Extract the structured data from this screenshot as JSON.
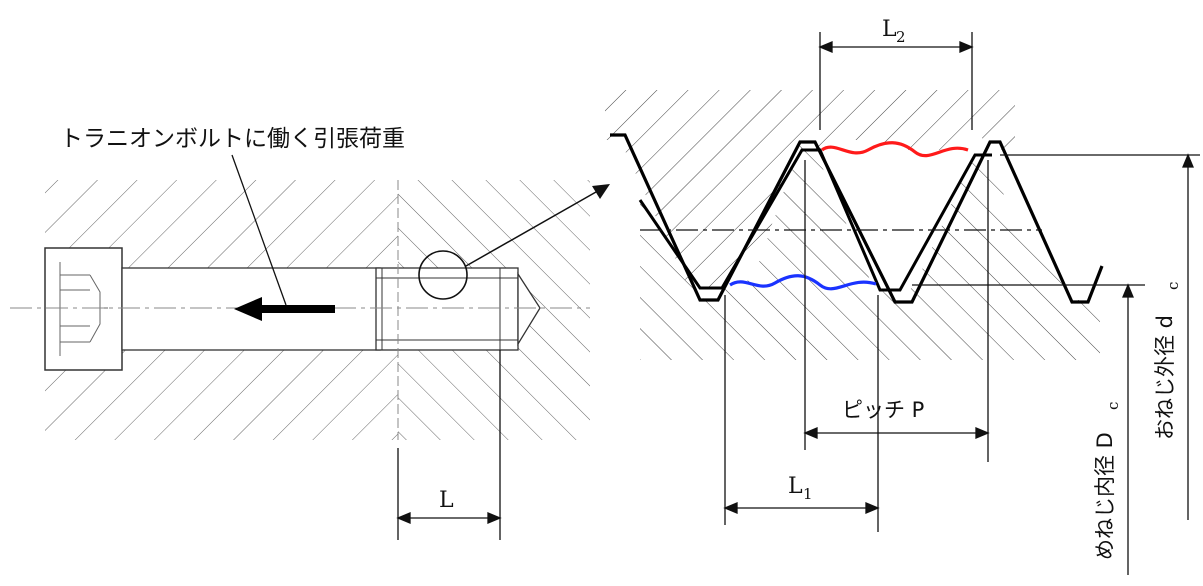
{
  "labels": {
    "load": "トラニオンボルトに働く引張荷重",
    "L": "L",
    "L2_main": "L",
    "L2_sub": "2",
    "L1_main": "L",
    "L1_sub": "1",
    "pitch": "ピッチ P",
    "outer_main": "おねじ外径 d",
    "outer_sub": "c",
    "inner_main": "めねじ内径 D",
    "inner_sub": "c"
  },
  "colors": {
    "line": "#111111",
    "hatch": "#555555",
    "upper_curve": "#ff1a1a",
    "lower_curve": "#1a33ff"
  }
}
